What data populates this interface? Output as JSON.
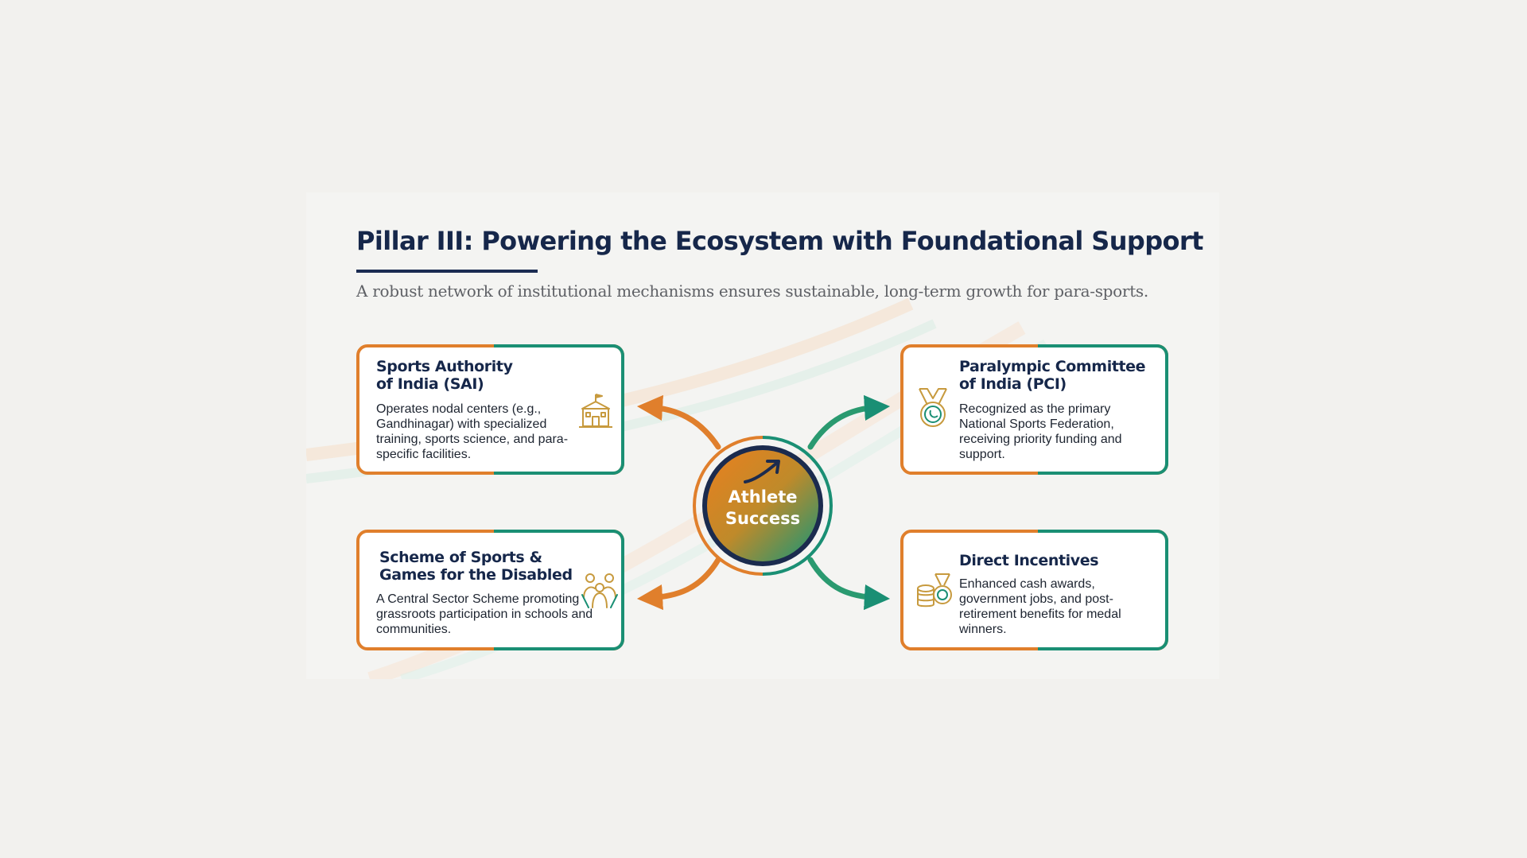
{
  "title": "Pillar III: Powering the Ecosystem with Foundational Support",
  "subtitle": "A robust network of institutional mechanisms ensures sustainable, long-term growth for para-sports.",
  "hub": {
    "line1": "Athlete",
    "line2": "Success",
    "icon": "upward-trend-arrow-icon"
  },
  "cards": [
    {
      "title": "Sports Authority of India (SAI)",
      "body": "Operates nodal centers (e.g., Gandhinagar) with specialized training, sports science, and para-specific facilities.",
      "icon": "institution-building-icon"
    },
    {
      "title": "Paralympic Committee of India (PCI)",
      "body": "Recognized as the primary National Sports Federation, receiving priority funding and support.",
      "icon": "medal-icon"
    },
    {
      "title": "Scheme of Sports & Games for the Disabled",
      "body": "A Central Sector Scheme promoting grassroots participation in schools and communities.",
      "icon": "community-people-icon"
    },
    {
      "title": "Direct Incentives",
      "body": "Enhanced cash awards, government jobs, and post-retirement benefits for medal winners.",
      "icon": "coins-medal-icon"
    }
  ],
  "colors": {
    "navy": "#16274a",
    "saffron": "#e07f2c",
    "green": "#1a8f74",
    "gold": "#c79a3e"
  }
}
